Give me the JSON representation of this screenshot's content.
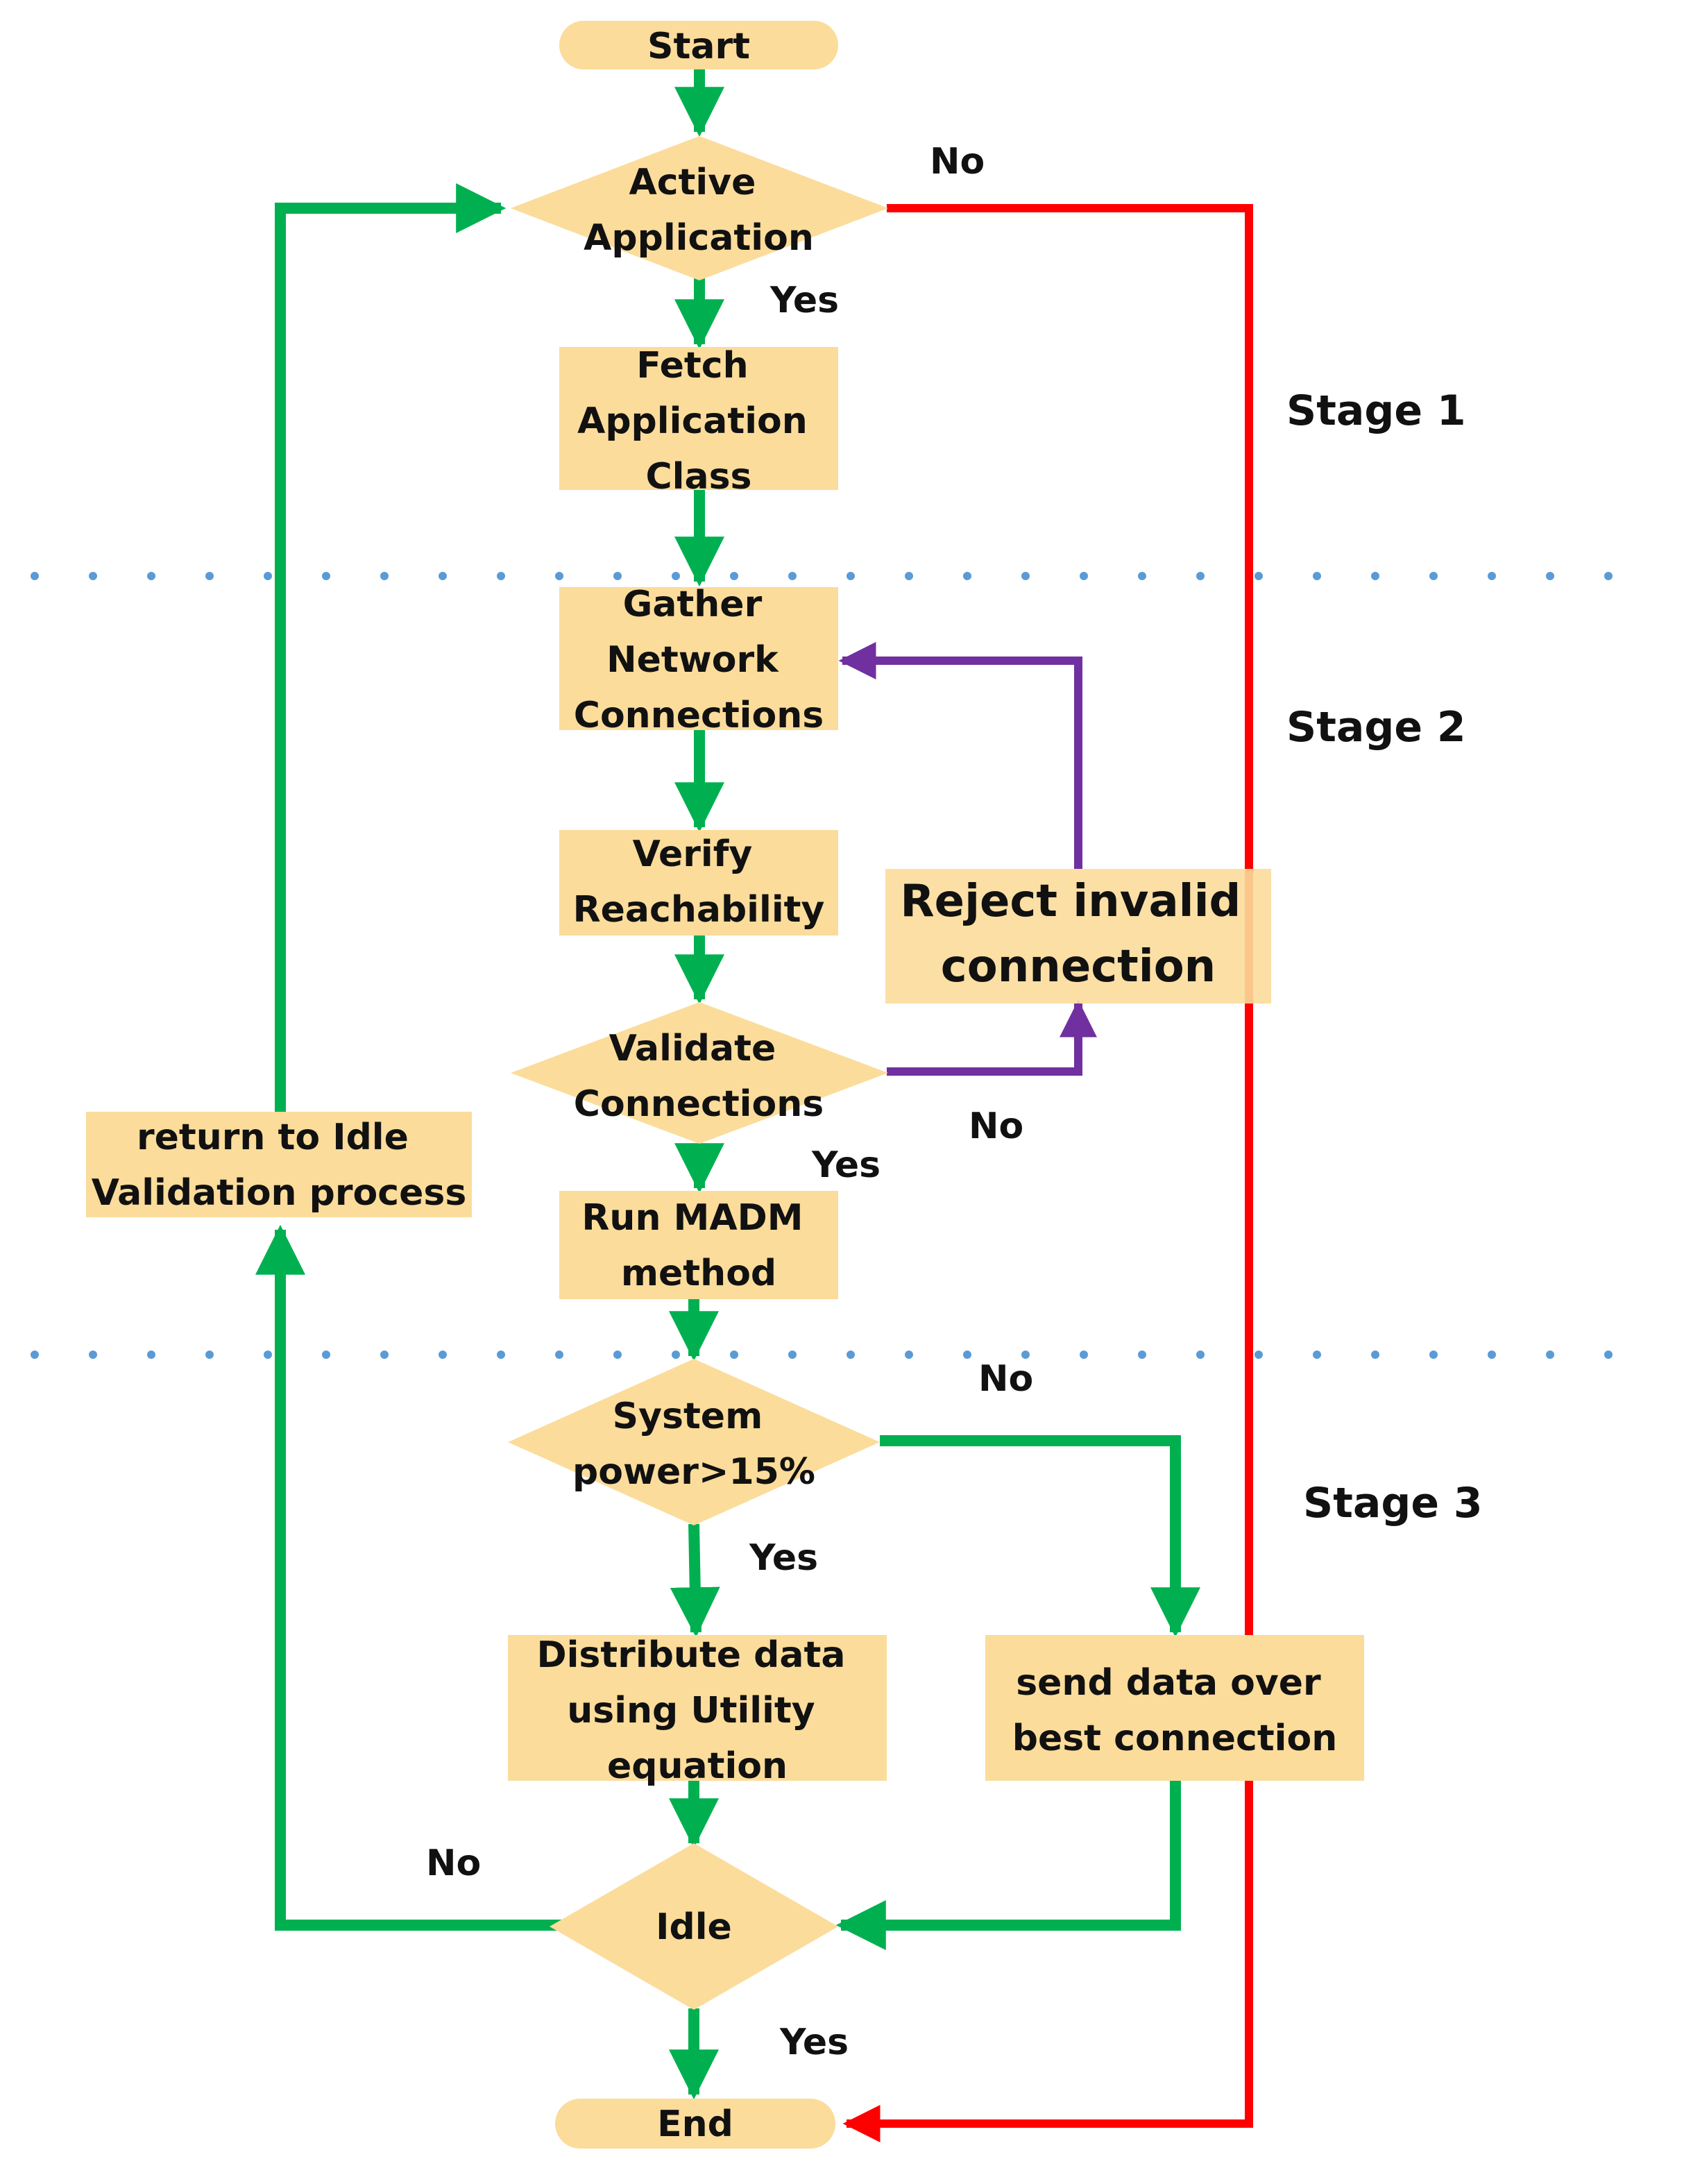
{
  "colors": {
    "node_fill": "#fbdc9b",
    "flow_green": "#00b050",
    "flow_red": "#ff0000",
    "flow_purple": "#7030a0",
    "divider_blue": "#5b9bd5"
  },
  "nodes": {
    "start": [
      "Start"
    ],
    "active_application": [
      "Active",
      "Application"
    ],
    "fetch_class": [
      "Fetch",
      "Application",
      "Class"
    ],
    "gather_connections": [
      "Gather",
      "Network",
      "Connections"
    ],
    "verify_reachability": [
      "Verify",
      "Reachability"
    ],
    "reject_invalid": [
      "Reject invalid",
      "connection"
    ],
    "validate_connections": [
      "Validate",
      "Connections"
    ],
    "return_idle": [
      "return to Idle",
      "Validation process"
    ],
    "run_madm": [
      "Run MADM",
      "method"
    ],
    "system_power": [
      "System",
      "power>15%"
    ],
    "distribute_data": [
      "Distribute data",
      "using Utility",
      "equation"
    ],
    "send_best": [
      "send data over",
      "best connection"
    ],
    "idle": [
      "Idle"
    ],
    "end": [
      "End"
    ]
  },
  "labels": {
    "no_active": "No",
    "yes_active": "Yes",
    "no_validate": "No",
    "yes_validate": "Yes",
    "no_power": "No",
    "yes_power": "Yes",
    "no_idle": "No",
    "yes_idle": "Yes"
  },
  "stages": {
    "stage1": "Stage 1",
    "stage2": "Stage 2",
    "stage3": "Stage 3"
  }
}
